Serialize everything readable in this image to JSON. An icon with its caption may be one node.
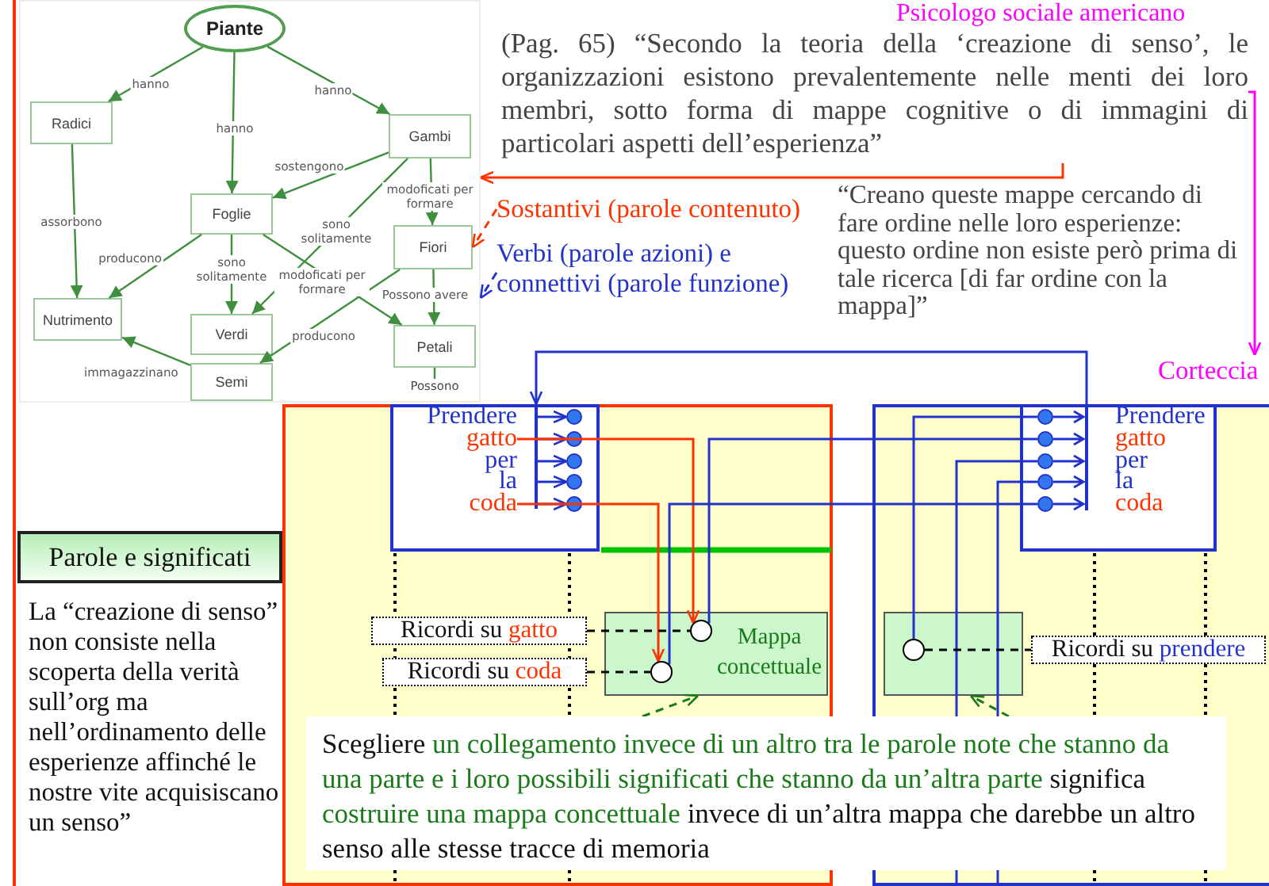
{
  "diagram": {
    "nodes": [
      {
        "text": [],
        "shape": "picture"
      },
      {
        "text": [
          "Piante"
        ],
        "in": 0
      },
      {
        "text": [
          "Radici"
        ],
        "in": 0
      },
      {
        "text": [
          "Gambi"
        ],
        "in": 0
      },
      {
        "text": [
          "Foglie"
        ],
        "in": 0
      },
      {
        "text": [
          "Fiori"
        ],
        "in": 0
      },
      {
        "text": [
          "Nutrimento"
        ],
        "in": 0
      },
      {
        "text": [
          "Verdi"
        ],
        "in": 0
      },
      {
        "text": [
          "Petali"
        ],
        "in": 0
      },
      {
        "text": [
          "Semi"
        ],
        "in": 0
      },
      {
        "text": [
          "(Pag. 65) “Secondo la teoria della ‘creazione di senso’, le organizzazioni esistono prevalentemente nelle menti dei loro membri, sotto forma di mappe cognitive o di immagini di particolari aspetti dell’esperienza”"
        ]
      },
      {
        "text": [
          "Sostantivi (parole contenuto)"
        ]
      },
      {
        "text": [
          "Verbi (parole azioni) e connettivi (parole funzione)"
        ]
      },
      {
        "text": [
          "“Creano queste mappe cercando di fare ordine nelle loro esperienze: questo ordine non esiste però prima di tale ricerca [di far ordine con la mappa]”"
        ]
      },
      {
        "text": [
          "Corteccia"
        ]
      },
      {
        "text": [
          "Parole e significati"
        ]
      },
      {
        "text": [],
        "shape": "box"
      },
      {
        "text": [],
        "shape": "box",
        "in": 16
      },
      {
        "text": [
          "Prendere"
        ],
        "in": 17
      },
      {
        "text": [
          "gatto"
        ],
        "in": 17
      },
      {
        "text": [
          "per"
        ],
        "in": 17
      },
      {
        "text": [
          "la"
        ],
        "in": 17
      },
      {
        "text": [
          "coda"
        ],
        "in": 17
      },
      {
        "text": [
          "Ricordi su",
          "gatto"
        ],
        "in": 16
      },
      {
        "text": [
          "Ricordi su",
          "coda"
        ],
        "in": 16
      },
      {
        "text": [
          "Mappa concettuale"
        ],
        "in": 16
      },
      {
        "text": [],
        "shape": "circle",
        "in": 25
      },
      {
        "text": [],
        "shape": "circle",
        "in": 25
      },
      {
        "text": [],
        "shape": "box"
      },
      {
        "text": [],
        "shape": "box",
        "in": 28
      },
      {
        "text": [
          "Prendere"
        ],
        "in": 29
      },
      {
        "text": [
          "gatto"
        ],
        "in": 29
      },
      {
        "text": [
          "per"
        ],
        "in": 29
      },
      {
        "text": [
          "la"
        ],
        "in": 29
      },
      {
        "text": [
          "coda"
        ],
        "in": 29
      },
      {
        "text": [],
        "shape": "box",
        "in": 28
      },
      {
        "text": [],
        "shape": "circle",
        "in": 35
      },
      {
        "text": [
          "Ricordi su",
          "prendere"
        ],
        "in": 28
      },
      {
        "text": [
          "Scegliere",
          "un collegamento invece di un altro tra le parole note che stanno da una parte e i loro possibili significati che stanno da un’altra parte",
          "significa",
          "costruire una mappa concettuale",
          "invece di un’altra mappa che darebbe un altro senso alle stesse tracce di memoria"
        ]
      },
      {
        "text": [
          "Possono"
        ],
        "in": 0
      },
      {
        "text": [],
        "shape": "bar",
        "in": 29
      }
    ],
    "edges": [
      {
        "from": 1,
        "to": 2,
        "arrow": "to",
        "label": "hanno"
      },
      {
        "from": 1,
        "to": 4,
        "arrow": "to",
        "label": "hanno"
      },
      {
        "from": 1,
        "to": 3,
        "arrow": "to",
        "label": "hanno"
      },
      {
        "from": 3,
        "to": 4,
        "arrow": "to",
        "label": "sostengono"
      },
      {
        "from": 2,
        "to": 6,
        "arrow": "to",
        "label": "assorbono"
      },
      {
        "from": 4,
        "to": 6,
        "arrow": "to",
        "label": "producono"
      },
      {
        "from": 4,
        "to": 7,
        "arrow": "to",
        "label": "sono solitamente"
      },
      {
        "from": 3,
        "to": 7,
        "arrow": "to",
        "label": "sono solitamente"
      },
      {
        "from": 3,
        "to": 5,
        "arrow": "to",
        "label": "modoficati per formare"
      },
      {
        "from": 4,
        "to": 8,
        "arrow": "to",
        "label": "modoficati per formare"
      },
      {
        "from": 5,
        "to": 8,
        "arrow": "to",
        "label": "Possono avere"
      },
      {
        "from": 5,
        "to": 9,
        "arrow": "to",
        "label": "producono"
      },
      {
        "from": 9,
        "to": 6,
        "arrow": "to",
        "label": "immagazzinano"
      },
      {
        "from": 8,
        "to": 39,
        "arrow": "none"
      },
      {
        "from": 10,
        "to": 0,
        "arrow": "to",
        "color": "#ff3300"
      },
      {
        "from": 10,
        "to": 14,
        "arrow": "to",
        "color": "#ff00ff"
      },
      {
        "from": 11,
        "to": 5,
        "arrow": "to",
        "style": "dashed",
        "color": "#ff3300"
      },
      {
        "from": 12,
        "to": 0,
        "arrow": "to",
        "style": "dashed",
        "color": "#2233cc"
      },
      {
        "from": 19,
        "to": 26,
        "arrow": "to",
        "color": "#ff3300"
      },
      {
        "from": 22,
        "to": 27,
        "arrow": "to",
        "color": "#ff3300"
      },
      {
        "from": 26,
        "to": 40,
        "arrow": "none",
        "color": "#2233cc"
      },
      {
        "from": 27,
        "to": 40,
        "arrow": "none",
        "color": "#2233cc"
      },
      {
        "from": 36,
        "to": 40,
        "arrow": "none",
        "color": "#2233cc"
      },
      {
        "from": null,
        "to": 40,
        "arrow": "none",
        "color": "#2233cc"
      },
      {
        "from": null,
        "to": 40,
        "arrow": "none",
        "color": "#2233cc"
      },
      {
        "from": 40,
        "to": 17,
        "arrow": "to",
        "color": "#2233cc"
      },
      {
        "from": 23,
        "to": 26,
        "arrow": "none",
        "style": "dashed",
        "color": "#000000"
      },
      {
        "from": 24,
        "to": 27,
        "arrow": "none",
        "style": "dashed",
        "color": "#000000"
      },
      {
        "from": 36,
        "to": 37,
        "arrow": "none",
        "style": "dashed",
        "color": "#000000"
      },
      {
        "from": 38,
        "to": 25,
        "arrow": "to",
        "style": "dashed",
        "color": "#1a7a1a"
      },
      {
        "from": 38,
        "to": 35,
        "arrow": "to",
        "style": "dashed",
        "color": "#1a7a1a"
      }
    ],
    "labels": [
      "Psicologo sociale americano",
      "La “creazione di senso” non consiste nella scoperta della verità sull’org ma nell’ordinamento delle esperienze affinché le nostre vite acquisiscano un senso”"
    ]
  }
}
